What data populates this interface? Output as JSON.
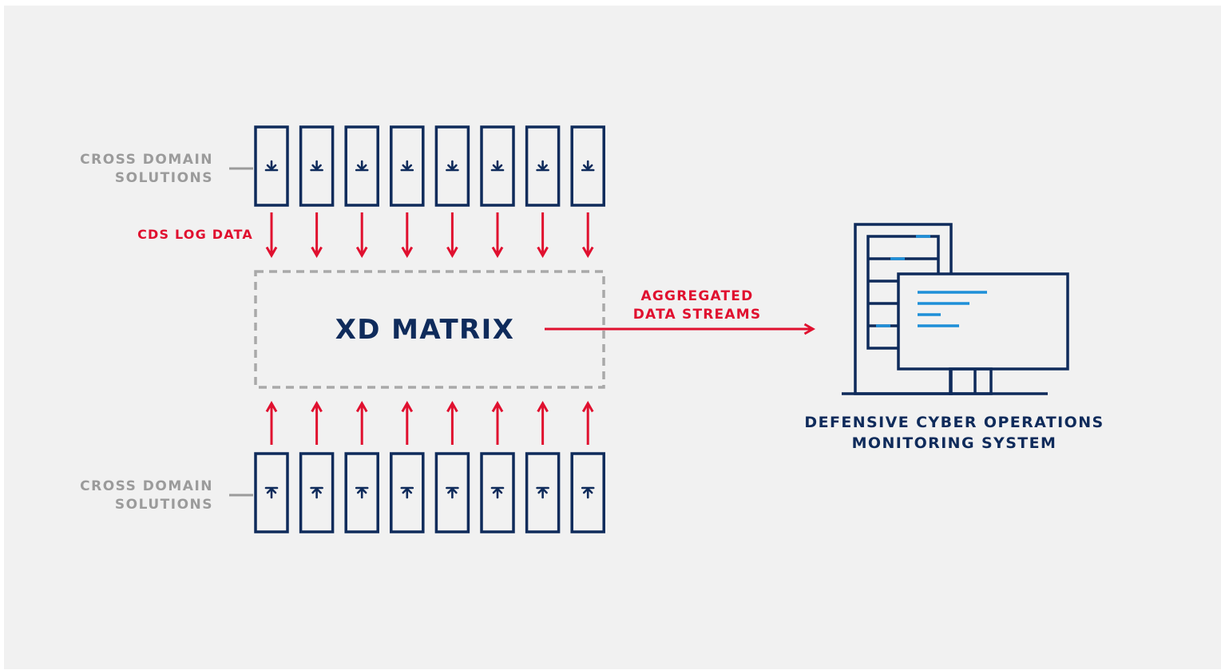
{
  "labels": {
    "top_cds_line1": "CROSS DOMAIN",
    "top_cds_line2": "SOLUTIONS",
    "bottom_cds_line1": "CROSS DOMAIN",
    "bottom_cds_line2": "SOLUTIONS",
    "cds_log_data": "CDS LOG DATA",
    "matrix": "XD MATRIX",
    "aggregated_line1": "AGGREGATED",
    "aggregated_line2": "DATA STREAMS",
    "system_line1": "DEFENSIVE CYBER OPERATIONS",
    "system_line2": "MONITORING SYSTEM"
  },
  "cds_count_per_row": 8,
  "colors": {
    "background": "#f1f1f1",
    "navy": "#0f2b5b",
    "red": "#e0102f",
    "gray": "#9b9b9b",
    "dash_gray": "#a9a9a9",
    "blue_accent": "#1e8fd8"
  },
  "icons": {
    "top_unit_glyph": "arrow-into-bar-down-icon",
    "bottom_unit_glyph": "arrow-out-of-bar-up-icon",
    "monitoring": "server-and-monitor-icon"
  }
}
